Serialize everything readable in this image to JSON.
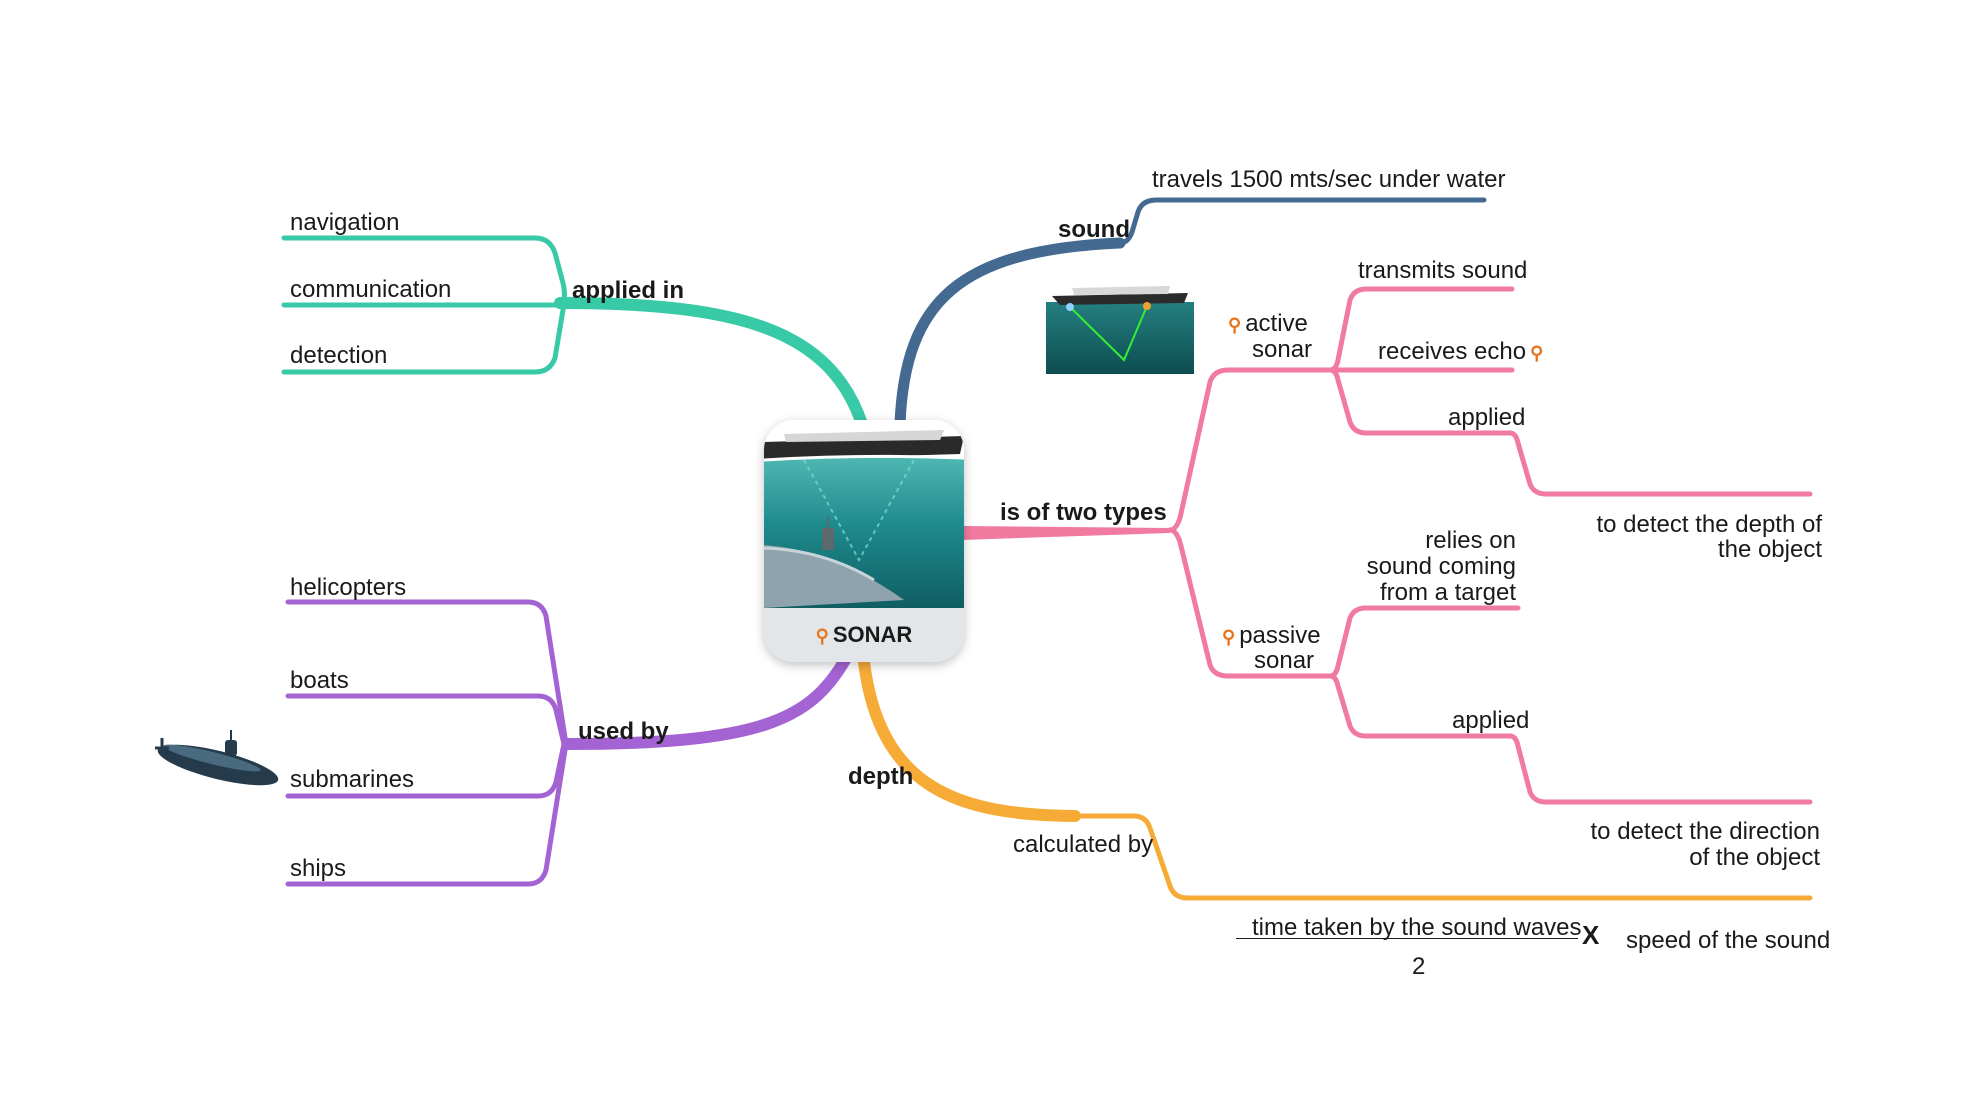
{
  "central": {
    "label": "SONAR",
    "icon": "magnifier-icon"
  },
  "colors": {
    "applied": "#38c9a6",
    "sound": "#456a92",
    "types": "#f07aa0",
    "used": "#a463d3",
    "depth": "#f7ab37",
    "magnifier": "#e8731c"
  },
  "branches": {
    "applied_in": {
      "label": "applied in",
      "items": [
        "navigation",
        "communication",
        "detection"
      ]
    },
    "sound": {
      "label": "sound",
      "detail": "travels 1500 mts/sec under water"
    },
    "types": {
      "label": "is of two types",
      "active": {
        "label_line1": "active",
        "label_line2": "sonar",
        "transmits": "transmits sound",
        "receives": "receives echo",
        "applied": "applied",
        "applied_detail_line1": "to detect the depth of",
        "applied_detail_line2": "the object"
      },
      "passive": {
        "label_line1": "passive",
        "label_line2": "sonar",
        "relies_line1": "relies on",
        "relies_line2": "sound coming",
        "relies_line3": "from a target",
        "applied": "applied",
        "applied_detail_line1": "to detect the direction",
        "applied_detail_line2": "of the object"
      }
    },
    "used_by": {
      "label": "used by",
      "items": [
        "helicopters",
        "boats",
        "submarines",
        "ships"
      ]
    },
    "depth": {
      "label": "depth",
      "calculated_by": "calculated by",
      "numerator": "time taken by the sound waves",
      "denominator": "2",
      "operator": "X",
      "multiplier": "speed of the sound"
    }
  }
}
